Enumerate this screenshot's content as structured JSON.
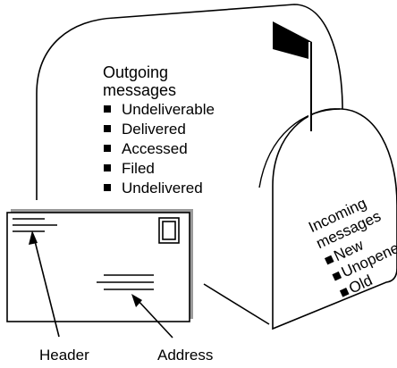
{
  "outgoing": {
    "title_line1": "Outgoing",
    "title_line2": "messages",
    "items": [
      "Undeliverable",
      "Delivered",
      "Accessed",
      "Filed",
      "Undelivered"
    ]
  },
  "incoming": {
    "title_line1": "Incoming",
    "title_line2": "messages",
    "items": [
      "New",
      "Unopened",
      "Old"
    ]
  },
  "callouts": {
    "header": "Header",
    "address": "Address"
  },
  "colors": {
    "ink": "#000000",
    "envelope_shadow": "#9a9a9a",
    "background": "#ffffff"
  }
}
